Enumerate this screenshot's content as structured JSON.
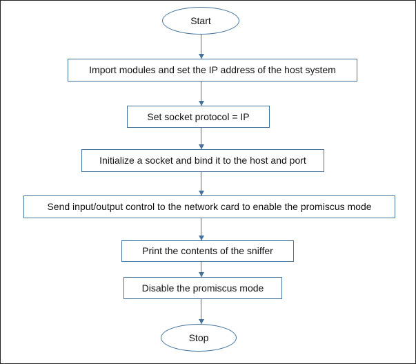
{
  "colors": {
    "node_border": "#41719c",
    "arrow": "#41719c",
    "outer_border": "#222222",
    "node_fill": "#ffffff",
    "text": "#111111"
  },
  "flowchart": {
    "start": "Start",
    "steps": [
      "Import modules and set the IP address of the host system",
      "Set socket protocol = IP",
      "Initialize a socket and bind it to the host and port",
      "Send input/output control to the network card to enable the promiscus mode",
      "Print the contents of the sniffer",
      "Disable the promiscus mode"
    ],
    "stop": "Stop"
  }
}
